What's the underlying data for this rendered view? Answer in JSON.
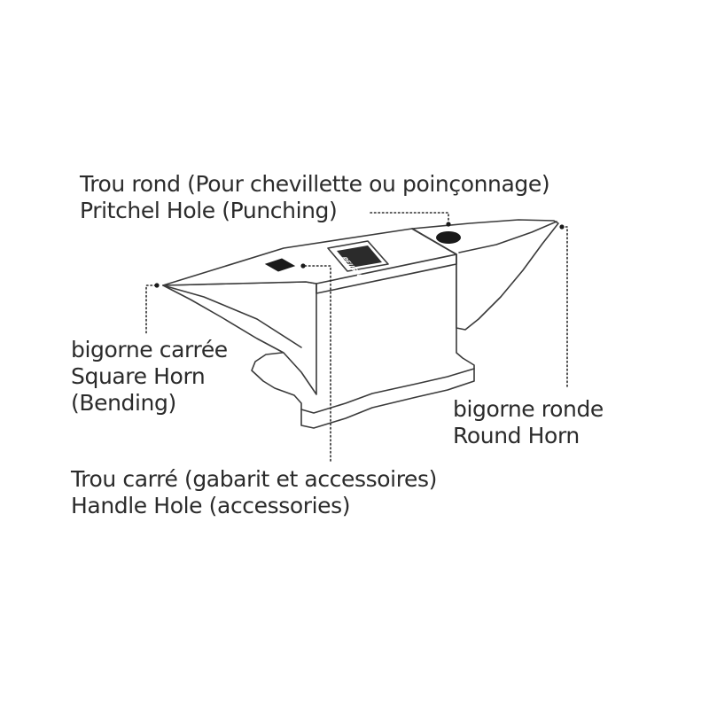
{
  "brand_plate": "PEUGEOT",
  "labels": {
    "pritchel_hole": {
      "line1": "Trou rond (Pour chevillette ou poinçonnage)",
      "line2": "Pritchel Hole (Punching)"
    },
    "square_horn": {
      "line1": "bigorne carrée",
      "line2": "Square Horn",
      "line3": "(Bending)"
    },
    "round_horn": {
      "line1": "bigorne ronde",
      "line2": "Round Horn"
    },
    "handle_hole": {
      "line1": "Trou carré (gabarit et accessoires)",
      "line2": "Handle Hole (accessories)"
    }
  },
  "colors": {
    "stroke": "#3a3a3a",
    "text": "#2b2b2b",
    "fill": "#ffffff",
    "hole": "#1a1a1a"
  }
}
